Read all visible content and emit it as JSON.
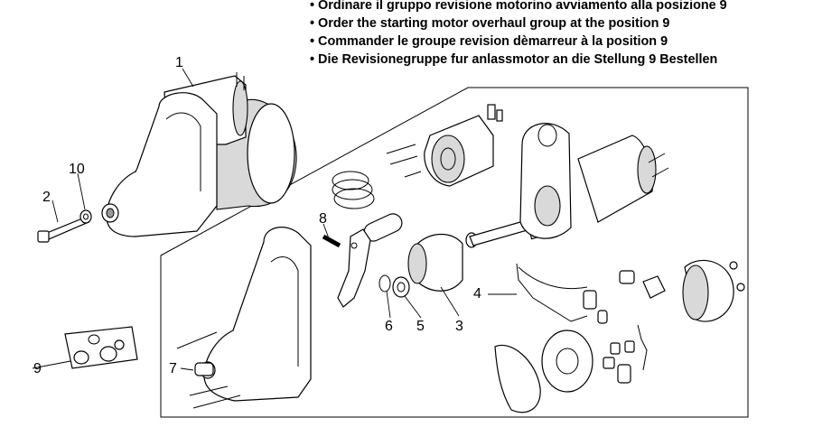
{
  "notes": [
    "Ordinare il gruppo revisione motorino avviamento alla posizione 9",
    "Order the starting motor overhaul group at the position 9",
    "Commander le groupe revision dèmarreur à la position 9",
    "Die Revisionegruppe fur anlassmotor an die Stellung 9 Bestellen"
  ],
  "callouts": {
    "c1": "1",
    "c2": "2",
    "c3": "3",
    "c4": "4",
    "c5": "5",
    "c6": "6",
    "c7": "7",
    "c8": "8",
    "c9": "9",
    "c10": "10"
  }
}
